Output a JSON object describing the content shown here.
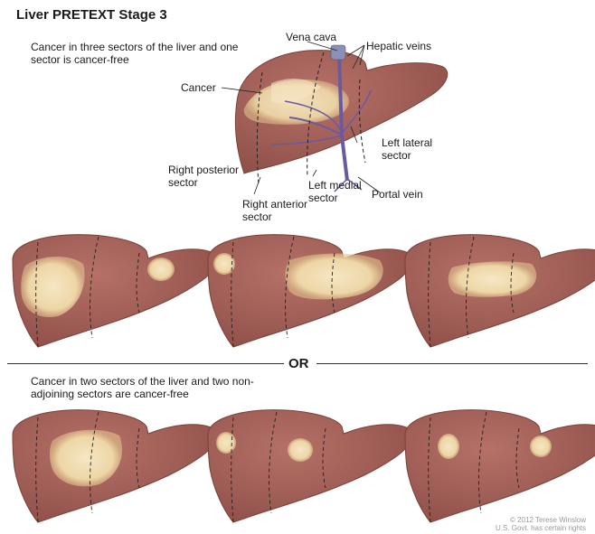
{
  "title": "Liver PRETEXT Stage 3",
  "section1": {
    "description": "Cancer in three sectors of the liver and one sector is cancer-free"
  },
  "labels": {
    "vena_cava": "Vena cava",
    "hepatic_veins": "Hepatic veins",
    "cancer": "Cancer",
    "left_lateral_sector": "Left lateral sector",
    "right_posterior_sector": "Right posterior sector",
    "left_medial_sector": "Left medial sector",
    "right_anterior_sector": "Right anterior sector",
    "portal_vein": "Portal vein"
  },
  "divider": {
    "label": "OR"
  },
  "section2": {
    "description": "Cancer in two sectors of the liver and two non-adjoining sectors are cancer-free"
  },
  "credit": {
    "line1": "© 2012 Terese Winslow",
    "line2": "U.S. Govt. has certain rights"
  },
  "colors": {
    "liver": "#9e5d55",
    "liver_edge": "#7a4038",
    "tumor": "#f0dcb0",
    "vein": "#6a5aa0"
  }
}
